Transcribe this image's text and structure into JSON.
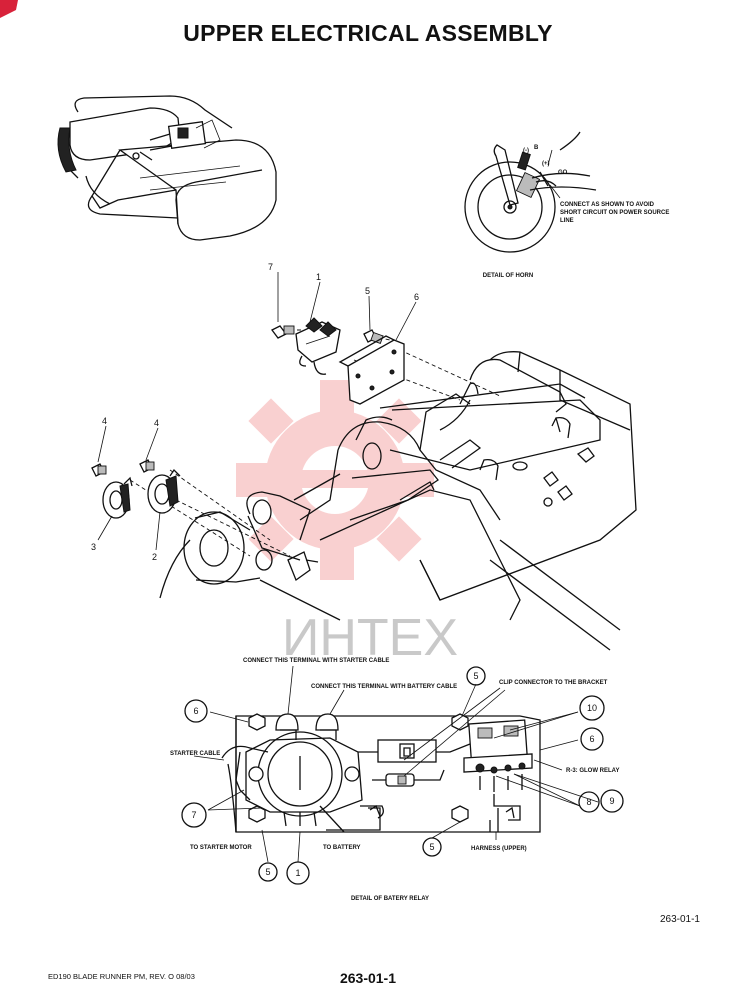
{
  "title": "UPPER ELECTRICAL ASSEMBLY",
  "horn_detail": {
    "caption": "DETAIL OF HORN",
    "minus_label": "(-)",
    "b_label": "B",
    "plus_label": "(+)",
    "go_label": "GO",
    "note_line1": "CONNECT AS SHOWN TO AVOID",
    "note_line2": "SHORT CIRCUIT ON POWER SOURCE",
    "note_line3": "LINE"
  },
  "callouts_main": {
    "c1": "1",
    "c2": "2",
    "c3": "3",
    "c4a": "4",
    "c4b": "4",
    "c5": "5",
    "c6": "6",
    "c7": "7"
  },
  "watermark": "ИНТЕХ",
  "relay_detail": {
    "caption": "DETAIL OF BATERY RELAY",
    "starter_terminal_note": "CONNECT THIS TERMINAL WITH STARTER CABLE",
    "battery_terminal_note": "CONNECT THIS TERMINAL WITH BATTERY CABLE",
    "clip_note": "CLIP CONNECTOR TO THE BRACKET",
    "starter_cable": "STARTER CABLE",
    "to_starter_motor": "TO STARTER MOTOR",
    "to_battery": "TO BATTERY",
    "harness": "HARNESS (UPPER)",
    "glow_relay": "R-3: GLOW RELAY",
    "callouts": {
      "c6a": "6",
      "c5a": "5",
      "c10": "10",
      "c6b": "6",
      "c7": "7",
      "c8": "8",
      "c9": "9",
      "c5b": "5",
      "c5c": "5",
      "c1": "1"
    }
  },
  "ref_code": "263-01-1",
  "footer_left": "ED190 BLADE RUNNER PM,  REV. O  08/03",
  "footer_center": "263-01-1"
}
